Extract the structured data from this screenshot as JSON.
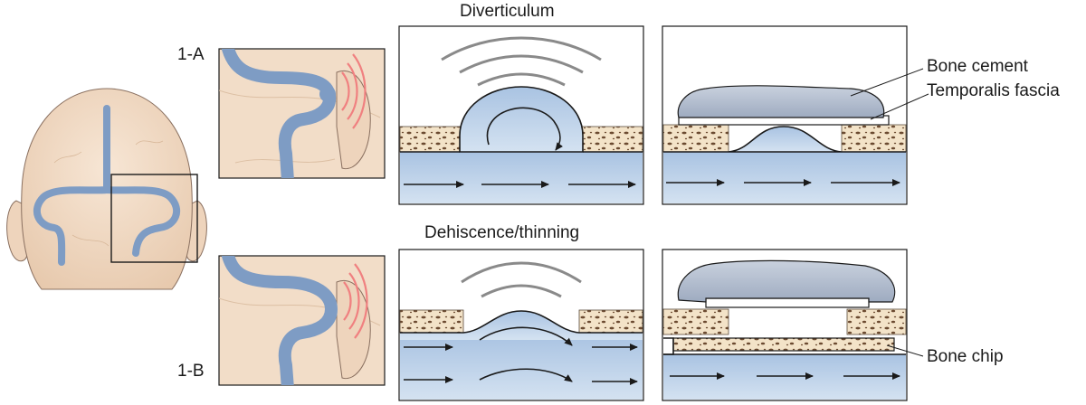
{
  "titles": {
    "top": "Diverticulum",
    "bottom": "Dehiscence/thinning"
  },
  "panel_ids": {
    "top": "1-A",
    "bottom": "1-B"
  },
  "callouts": {
    "bone_cement": "Bone cement",
    "temporalis_fascia": "Temporalis fascia",
    "bone_chip": "Bone chip"
  },
  "colors": {
    "skin": "#f2ddc8",
    "skin_shadow": "#e2c2a4",
    "sinus": "#7e9cc4",
    "blood": "#bcd0e8",
    "blood_dark": "#8fb0d6",
    "bone": "#f3e3c8",
    "bone_spots": "#6b4a30",
    "cement": "#b9c3d3",
    "sound_waves_top": "#8a8a8a",
    "sound_waves_ear": "#f08080"
  }
}
